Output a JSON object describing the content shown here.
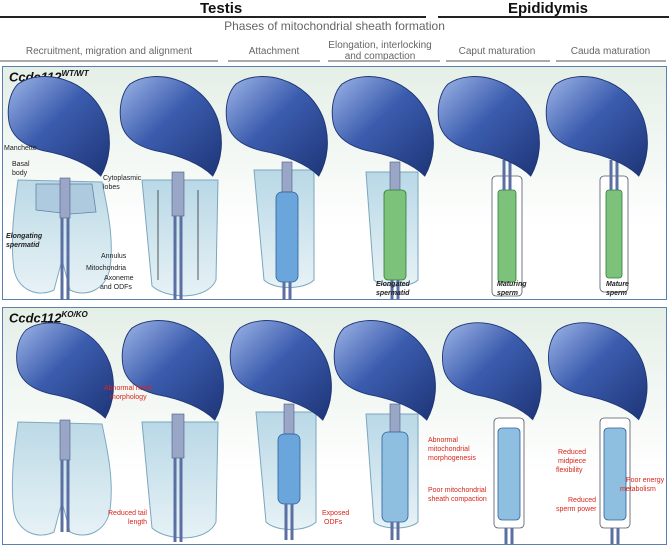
{
  "header": {
    "testis": "Testis",
    "epididymis": "Epididymis",
    "phases_title": "Phases of mitochondrial sheath formation",
    "phases": [
      "Recruitment, migration and alignment",
      "Attachment",
      "Elongation, interlocking",
      "and compaction",
      "Caput maturation",
      "Cauda maturation"
    ]
  },
  "wt": {
    "title_base": "Ccdc112",
    "title_sup": "WT/WT",
    "labels": {
      "manchette": "Manchette",
      "basal1": "Basal",
      "basal2": "body",
      "cyto1": "Cytoplasmic",
      "cyto2": "lobes",
      "elong1": "Elongating",
      "elong2": "spermatid",
      "annulus": "Annulus",
      "mito": "Mitochondria",
      "axo1": "Axoneme",
      "axo2": "and ODFs",
      "elongated1": "Elongated",
      "elongated2": "spermatid",
      "maturing1": "Maturing",
      "maturing2": "sperm",
      "mature1": "Mature",
      "mature2": "sperm"
    }
  },
  "ko": {
    "title_base": "Ccdc112",
    "title_sup": "KO/KO",
    "labels": {
      "head1": "Abnormal head",
      "head2": "morphology",
      "tail1": "Reduced tail",
      "tail2": "length",
      "odf1": "Exposed",
      "odf2": "ODFs",
      "mito1": "Abnormal",
      "mito2": "mitochondrial",
      "mito3": "morphogenesis",
      "sheath1": "Poor mitochondrial",
      "sheath2": "sheath compaction",
      "flex1": "Reduced",
      "flex2": "midpiece",
      "flex3": "flexibility",
      "energy1": "Poor energy",
      "energy2": "metabolism",
      "power1": "Reduced",
      "power2": "sperm power"
    }
  },
  "colors": {
    "head": "#3b5cae",
    "cytoplasm": "#cfe5ee",
    "mito": "#4a8fd0",
    "annotation": "#d8261c",
    "panel_border": "#5a7fb0"
  }
}
